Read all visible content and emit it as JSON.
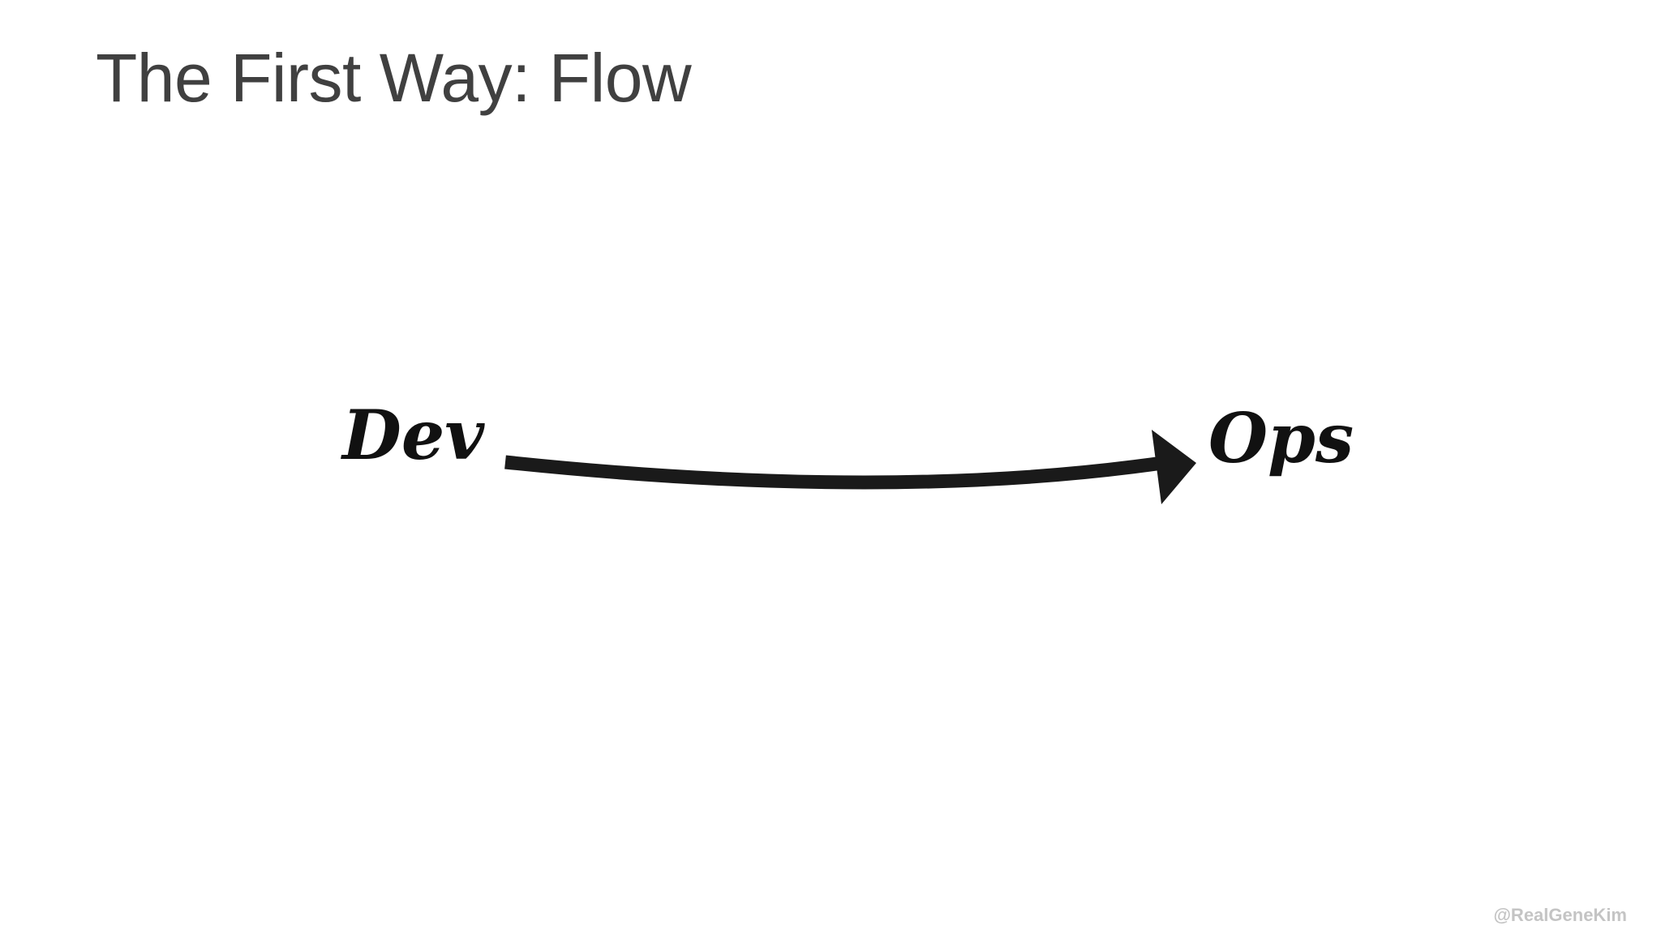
{
  "slide": {
    "title": "The First Way: Flow",
    "footer_handle": "@RealGeneKim"
  },
  "diagram": {
    "source_label": "Dev",
    "target_label": "Ops",
    "arrow_color": "#1a1a1a"
  }
}
